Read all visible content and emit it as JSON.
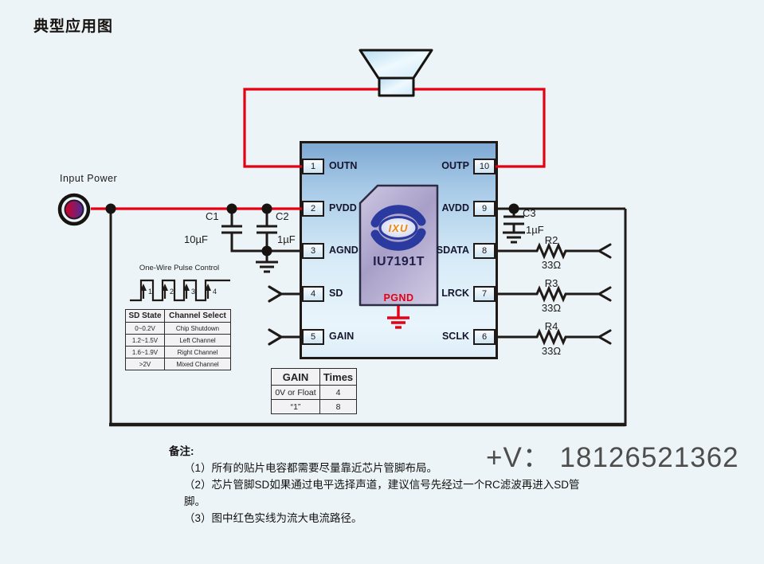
{
  "title": "典型应用图",
  "colors": {
    "background": "#edf4f7",
    "high_current_red": "#e60012",
    "wire_black": "#1f1a17",
    "logo_blue": "#2a3a9e",
    "logo_orange": "#f0860a",
    "chip_name_navy": "#20204a"
  },
  "input_power": {
    "label": "Input Power"
  },
  "speaker": {
    "name": "speaker"
  },
  "chip": {
    "name": "IU7191T",
    "logo_text": "IXU",
    "pgnd_label": "PGND",
    "left_pins": [
      {
        "num": "1",
        "label": "OUTN"
      },
      {
        "num": "2",
        "label": "PVDD"
      },
      {
        "num": "3",
        "label": "AGND"
      },
      {
        "num": "4",
        "label": "SD"
      },
      {
        "num": "5",
        "label": "GAIN"
      }
    ],
    "right_pins": [
      {
        "num": "10",
        "label": "OUTP"
      },
      {
        "num": "9",
        "label": "AVDD"
      },
      {
        "num": "8",
        "label": "SDATA"
      },
      {
        "num": "7",
        "label": "LRCK"
      },
      {
        "num": "6",
        "label": "SCLK"
      }
    ]
  },
  "capacitors": [
    {
      "name": "C1",
      "value": "10µF"
    },
    {
      "name": "C2",
      "value": "1µF"
    },
    {
      "name": "C3",
      "value": "1µF"
    }
  ],
  "resistors": [
    {
      "name": "R2",
      "value": "33Ω"
    },
    {
      "name": "R3",
      "value": "33Ω"
    },
    {
      "name": "R4",
      "value": "33Ω"
    }
  ],
  "pulse_control": {
    "title": "One-Wire Pulse Control",
    "steps": [
      "1",
      "2",
      "3",
      "4"
    ]
  },
  "sd_table": {
    "headers": [
      "SD State",
      "Channel Select"
    ],
    "rows": [
      [
        "0~0.2V",
        "Chip Shutdown"
      ],
      [
        "1.2~1.5V",
        "Left Channel"
      ],
      [
        "1.6~1.9V",
        "Right Channel"
      ],
      [
        ">2V",
        "Mixed Channel"
      ]
    ]
  },
  "gain_table": {
    "headers": [
      "GAIN",
      "Times"
    ],
    "rows": [
      [
        "0V or Float",
        "4"
      ],
      [
        "“1”",
        "8"
      ]
    ]
  },
  "notes": {
    "title": "备注:",
    "items": [
      "（1）所有的贴片电容都需要尽量靠近芯片管脚布局。",
      "（2）芯片管脚SD如果通过电平选择声道，建议信号先经过一个RC滤波再进入SD管脚。",
      "（3）图中红色实线为流大电流路径。"
    ]
  },
  "watermark": "+V： 18126521362"
}
